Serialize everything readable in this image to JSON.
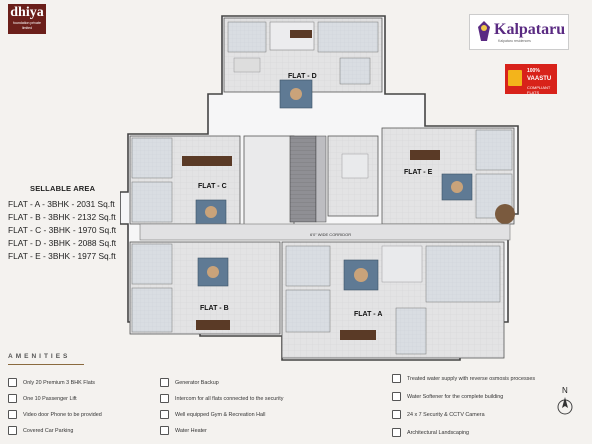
{
  "logos": {
    "dhiya_name": "dhiya",
    "dhiya_tagline": "foundation private limited",
    "kalpataru_name": "Kalpataru",
    "kalpataru_tagline": "Kalpataru residences",
    "vastu_line1": "100%",
    "vastu_line2": "VAASTU",
    "vastu_line3": "COMPLIANT FLATS"
  },
  "sellable_area": {
    "title": "SELLABLE AREA",
    "items": [
      "FLAT - A - 3BHK - 2031 Sq.ft",
      "FLAT - B - 3BHK - 2132 Sq.ft",
      "FLAT - C - 3BHK - 1970 Sq.ft",
      "FLAT - D - 3BHK - 2088 Sq.ft",
      "FLAT - E - 3BHK - 1977 Sq.ft"
    ]
  },
  "plan_labels": {
    "flat_a": "FLAT - A",
    "flat_b": "FLAT - B",
    "flat_c": "FLAT - C",
    "flat_d": "FLAT - D",
    "flat_e": "FLAT - E",
    "corridor": "6'0\" WIDE CORRIDOR"
  },
  "amenities": {
    "title": "AMENITIES",
    "col1": [
      "Only 20 Premium 3 BHK Flats",
      "One 10 Passenger Lift",
      "Video door Phone to be provided",
      "Covered Car Parking"
    ],
    "col2": [
      "Generator Backup",
      "Intercom for all flats connected to the security",
      "Well equipped Gym & Recreation Hall",
      "Water Heater"
    ],
    "col3": [
      "Treated water supply with reverse osmosis processes",
      "Water Softener for the complete building",
      "24 x 7 Security & CCTV Camera",
      "Architectural Landscaping"
    ]
  },
  "north_label": "N"
}
